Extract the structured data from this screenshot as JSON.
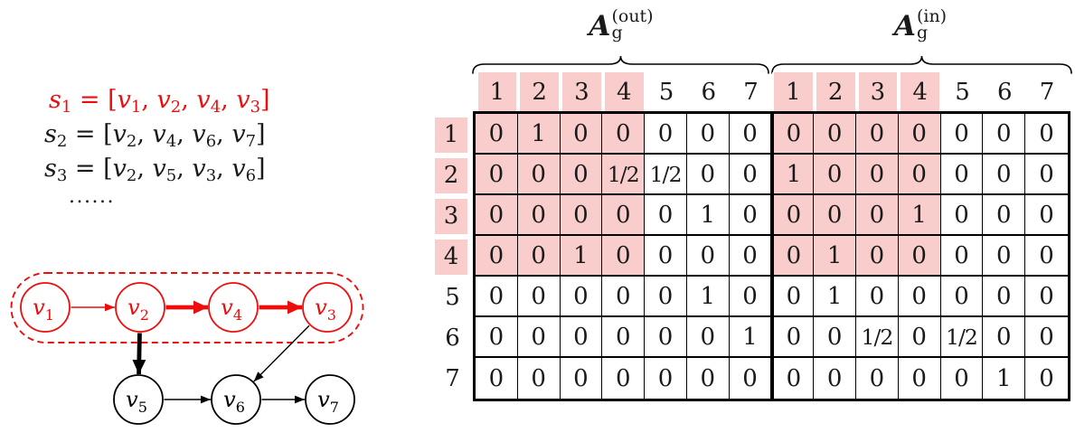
{
  "colors": {
    "accent_red": "#ee0d0d",
    "highlight_pink": "#f9cdcc",
    "ink": "#1a1a1a"
  },
  "sequences": {
    "eq_open": " = [",
    "separator": ", ",
    "close": "]",
    "ellipsis": "......",
    "lines": [
      {
        "var": "s",
        "sub": "1",
        "highlighted": true,
        "vertices": [
          {
            "v": "v",
            "i": "1"
          },
          {
            "v": "v",
            "i": "2"
          },
          {
            "v": "v",
            "i": "4"
          },
          {
            "v": "v",
            "i": "3"
          }
        ]
      },
      {
        "var": "s",
        "sub": "2",
        "highlighted": false,
        "vertices": [
          {
            "v": "v",
            "i": "2"
          },
          {
            "v": "v",
            "i": "4"
          },
          {
            "v": "v",
            "i": "6"
          },
          {
            "v": "v",
            "i": "7"
          }
        ]
      },
      {
        "var": "s",
        "sub": "3",
        "highlighted": false,
        "vertices": [
          {
            "v": "v",
            "i": "2"
          },
          {
            "v": "v",
            "i": "5"
          },
          {
            "v": "v",
            "i": "3"
          },
          {
            "v": "v",
            "i": "6"
          }
        ]
      }
    ]
  },
  "graph": {
    "nodes": [
      {
        "id": "v1",
        "label": "v",
        "sub": "1",
        "highlighted": true
      },
      {
        "id": "v2",
        "label": "v",
        "sub": "2",
        "highlighted": true
      },
      {
        "id": "v4",
        "label": "v",
        "sub": "4",
        "highlighted": true
      },
      {
        "id": "v3",
        "label": "v",
        "sub": "3",
        "highlighted": true
      },
      {
        "id": "v5",
        "label": "v",
        "sub": "5",
        "highlighted": false
      },
      {
        "id": "v6",
        "label": "v",
        "sub": "6",
        "highlighted": false
      },
      {
        "id": "v7",
        "label": "v",
        "sub": "7",
        "highlighted": false
      }
    ],
    "edges": [
      {
        "from": "v1",
        "to": "v2",
        "style": "thin",
        "color": "red"
      },
      {
        "from": "v2",
        "to": "v4",
        "style": "thick",
        "color": "red"
      },
      {
        "from": "v4",
        "to": "v3",
        "style": "thick",
        "color": "red"
      },
      {
        "from": "v2",
        "to": "v5",
        "style": "thick",
        "color": "black"
      },
      {
        "from": "v3",
        "to": "v6",
        "style": "thin",
        "color": "black"
      },
      {
        "from": "v5",
        "to": "v6",
        "style": "thin",
        "color": "black"
      },
      {
        "from": "v6",
        "to": "v7",
        "style": "thin",
        "color": "black"
      }
    ],
    "walk_outline_nodes": [
      "v1",
      "v2",
      "v4",
      "v3"
    ]
  },
  "matrix": {
    "titles": {
      "out": {
        "symbol": "A",
        "sup": "(out)",
        "sub": "g"
      },
      "in": {
        "symbol": "A",
        "sup": "(in)",
        "sub": "g"
      }
    },
    "col_headers_out": [
      "1",
      "2",
      "3",
      "4",
      "5",
      "6",
      "7"
    ],
    "col_headers_in": [
      "1",
      "2",
      "3",
      "4",
      "5",
      "6",
      "7"
    ],
    "row_headers": [
      "1",
      "2",
      "3",
      "4",
      "5",
      "6",
      "7"
    ],
    "out_rows": [
      [
        "0",
        "1",
        "0",
        "0",
        "0",
        "0",
        "0"
      ],
      [
        "0",
        "0",
        "0",
        "1/2",
        "1/2",
        "0",
        "0"
      ],
      [
        "0",
        "0",
        "0",
        "0",
        "0",
        "1",
        "0"
      ],
      [
        "0",
        "0",
        "1",
        "0",
        "0",
        "0",
        "0"
      ],
      [
        "0",
        "0",
        "0",
        "0",
        "0",
        "1",
        "0"
      ],
      [
        "0",
        "0",
        "0",
        "0",
        "0",
        "0",
        "1"
      ],
      [
        "0",
        "0",
        "0",
        "0",
        "0",
        "0",
        "0"
      ]
    ],
    "in_rows": [
      [
        "0",
        "0",
        "0",
        "0",
        "0",
        "0",
        "0"
      ],
      [
        "1",
        "0",
        "0",
        "0",
        "0",
        "0",
        "0"
      ],
      [
        "0",
        "0",
        "0",
        "1",
        "0",
        "0",
        "0"
      ],
      [
        "0",
        "1",
        "0",
        "0",
        "0",
        "0",
        "0"
      ],
      [
        "0",
        "1",
        "0",
        "0",
        "0",
        "0",
        "0"
      ],
      [
        "0",
        "0",
        "1/2",
        "0",
        "1/2",
        "0",
        "0"
      ],
      [
        "0",
        "0",
        "0",
        "0",
        "0",
        "1",
        "0"
      ]
    ],
    "highlighted_rows": [
      1,
      2,
      3,
      4
    ],
    "highlighted_cols": [
      1,
      2,
      3,
      4
    ]
  }
}
